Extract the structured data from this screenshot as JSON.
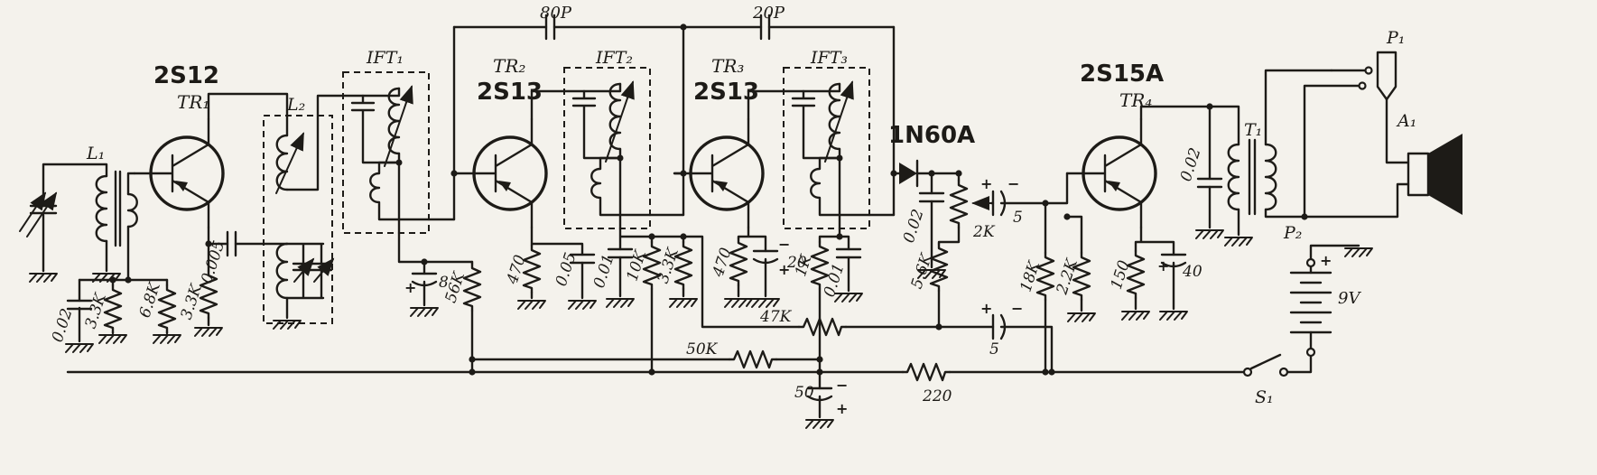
{
  "meta": {
    "kind": "circuit-schematic",
    "description": "Four-transistor plus diode superheterodyne radio receiver schematic"
  },
  "colors": {
    "paper": "#f4f2ec",
    "ink": "#1d1b17"
  },
  "neutralization": {
    "c1": "80P",
    "c2": "20P"
  },
  "converter": {
    "type": "2S12",
    "ref": "TR₁",
    "antenna_coil": "L₁",
    "osc_coil": "L₂",
    "avc_cap": "0.02",
    "bias_r1": "3.3K",
    "bias_r2": "6.8K",
    "fb_cap": "0.005",
    "emitter_r": "3.3K"
  },
  "if1": {
    "label": "IFT₁",
    "decoupling_cap": "8",
    "decoupling_plus": "+",
    "base_r": "56K"
  },
  "ifamp1": {
    "ref": "TR₂",
    "type": "2S13",
    "emitter_r": "470",
    "bypass_cap": "0.05"
  },
  "if2": {
    "label": "IFT₂",
    "cap": "0.01",
    "r1": "10K",
    "r2": "3.3K"
  },
  "ifamp2": {
    "ref": "TR₃",
    "type": "2S13",
    "emitter_r": "470",
    "bypass_cap": "20",
    "bypass_minus": "−",
    "bypass_plus": "+"
  },
  "if3": {
    "label": "IFT₃",
    "r": "1K",
    "cap": "0.01"
  },
  "detector": {
    "diode": "1N60A",
    "rf_cap": "0.02",
    "volume_pot": "2K",
    "load_r": "5.6K",
    "coupling_cap": "5",
    "coupling_plus": "+",
    "coupling_minus": "−",
    "avc_r": "47K",
    "fb_r": "50K",
    "decoupling_cap": "5",
    "decoupling_plus": "+",
    "decoupling_minus": "−"
  },
  "audio": {
    "type": "2S15A",
    "ref": "TR₄",
    "bias_r1": "18K",
    "bias_r2": "2.2K",
    "emitter_r": "150",
    "bypass_cap": "40",
    "bypass_plus": "+",
    "tone_cap": "0.02",
    "transformer": "T₁"
  },
  "output": {
    "jack": "P₁",
    "speaker": "A₁"
  },
  "supply": {
    "battery": "P₂",
    "battery_plus": "+",
    "voltage": "9V",
    "switch": "S₁",
    "filter_cap": "50",
    "filter_minus": "−",
    "filter_plus": "+",
    "dropper_r": "220"
  }
}
